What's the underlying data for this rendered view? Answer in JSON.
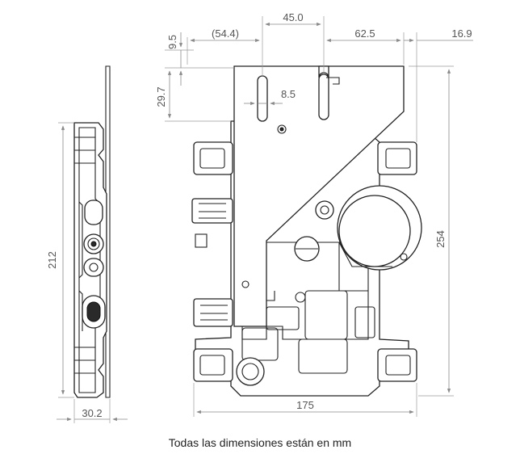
{
  "dimensions": {
    "d_54_4": "(54.4)",
    "d_45_0": "45.0",
    "d_62_5": "62.5",
    "d_16_9": "16.9",
    "d_9_5": "9.5",
    "d_29_7": "29.7",
    "d_8_5": "8.5",
    "d_212": "212",
    "d_254": "254",
    "d_175": "175",
    "d_30_2": "30.2"
  },
  "caption": "Todas las dimensiones están en mm",
  "colors": {
    "line": "#222222",
    "dimension": "#8a8a8a",
    "text": "#555555"
  }
}
